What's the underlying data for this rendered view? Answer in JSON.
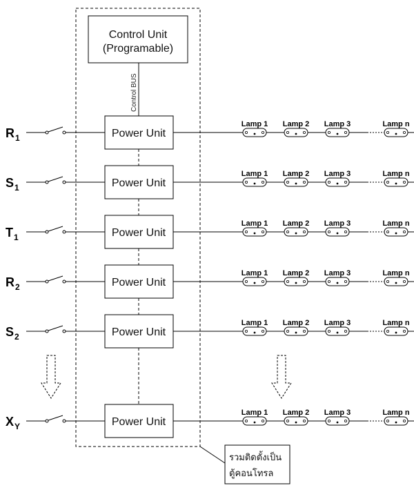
{
  "control_unit": {
    "line1": "Control Unit",
    "line2": "(Programable)"
  },
  "bus_label": "Control BUS",
  "power_unit_label": "Power Unit",
  "rows": [
    {
      "letter": "R",
      "sub": "1"
    },
    {
      "letter": "S",
      "sub": "1"
    },
    {
      "letter": "T",
      "sub": "1"
    },
    {
      "letter": "R",
      "sub": "2"
    },
    {
      "letter": "S",
      "sub": "2"
    },
    {
      "letter": "X",
      "sub": "Y"
    }
  ],
  "lamps": [
    "Lamp 1",
    "Lamp 2",
    "Lamp 3",
    "Lamp n"
  ],
  "note": {
    "line1": "รวมติดตั้งเป็น",
    "line2": "ตู้คอนโทรล"
  }
}
